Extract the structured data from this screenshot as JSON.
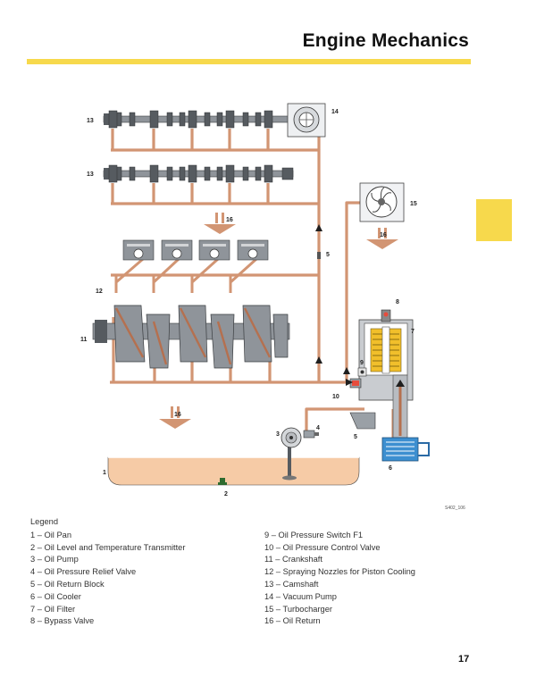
{
  "header": {
    "title": "Engine Mechanics"
  },
  "colors": {
    "accent_yellow": "#f7d94c",
    "oil_line": "#d29573",
    "oil_line_dark": "#b5704f",
    "oil_pan": "#f6cba6",
    "metal": "#8f949a",
    "metal_dark": "#565b60",
    "filter": "#f1bf2b",
    "cooler": "#3d8fd0"
  },
  "diagram": {
    "callouts": {
      "c1": "1",
      "c2": "2",
      "c3": "3",
      "c4": "4",
      "c5a": "5",
      "c5b": "5",
      "c6": "6",
      "c7": "7",
      "c8": "8",
      "c9": "9",
      "c10": "10",
      "c11": "11",
      "c12": "12",
      "c13a": "13",
      "c13b": "13",
      "c14": "14",
      "c15": "15",
      "c16a": "16",
      "c16b": "16",
      "c16c": "16"
    },
    "figure_code": "S402_106"
  },
  "legend": {
    "heading": "Legend",
    "left": [
      "1 – Oil Pan",
      "2 – Oil Level and Temperature Transmitter",
      "3 – Oil Pump",
      "4 – Oil Pressure Relief Valve",
      "5 – Oil Return Block",
      "6 – Oil Cooler",
      "7 – Oil Filter",
      "8 – Bypass Valve"
    ],
    "right": [
      "9 – Oil Pressure Switch F1",
      "10 – Oil Pressure Control Valve",
      "11 – Crankshaft",
      "12 – Spraying Nozzles for Piston Cooling",
      "13 – Camshaft",
      "14 – Vacuum Pump",
      "15 – Turbocharger",
      "16 – Oil Return"
    ]
  },
  "footer": {
    "page_number": "17"
  }
}
